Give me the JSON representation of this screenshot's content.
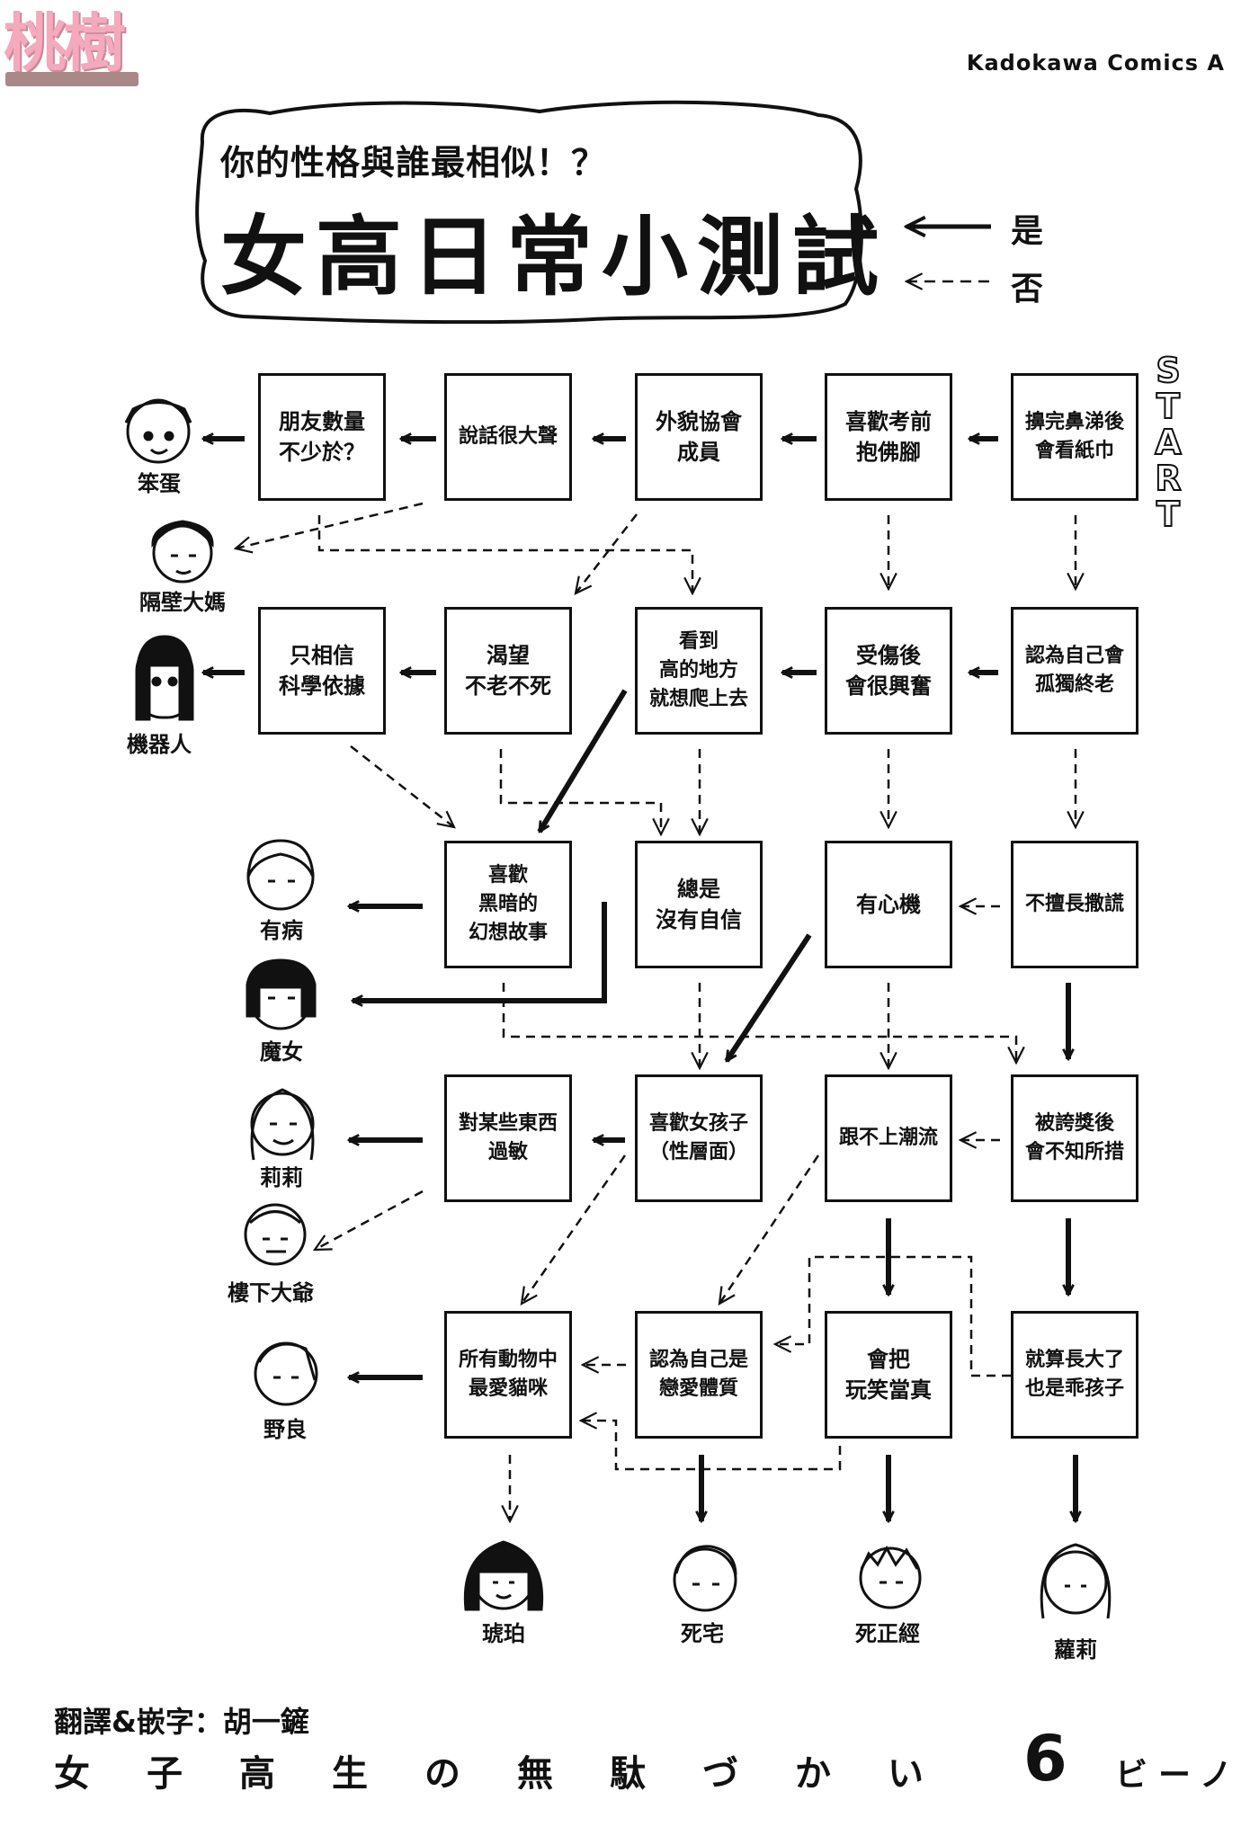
{
  "brand": {
    "logo_text": "桃樹",
    "publisher": "Kadokawa Comics A"
  },
  "title": {
    "subtitle": "你的性格與誰最相似！？",
    "main": "女高日常小測試"
  },
  "legend": {
    "yes": "是",
    "no": "否"
  },
  "start_label": "START",
  "nodes": {
    "r1c1": "朋友數量\n不少於？",
    "r1c2": "說話很大聲",
    "r1c3": "外貌協會\n成員",
    "r1c4": "喜歡考前\n抱佛腳",
    "r1c5": "擤完鼻涕後\n會看紙巾",
    "r2c1": "只相信\n科學依據",
    "r2c2": "渴望\n不老不死",
    "r2c3": "看到\n高的地方\n就想爬上去",
    "r2c4": "受傷後\n會很興奮",
    "r2c5": "認為自己會\n孤獨終老",
    "r3c2": "喜歡\n黑暗的\n幻想故事",
    "r3c3": "總是\n沒有自信",
    "r3c4": "有心機",
    "r3c5": "不擅長撒謊",
    "r4c2": "對某些東西\n過敏",
    "r4c3": "喜歡女孩子\n（性層面）",
    "r4c4": "跟不上潮流",
    "r4c5": "被誇獎後\n會不知所措",
    "r5c2": "所有動物中\n最愛貓咪",
    "r5c3": "認為自己是\n戀愛體質",
    "r5c4": "會把\n玩笑當真",
    "r5c5": "就算長大了\n也是乖孩子"
  },
  "results": {
    "r1": "笨蛋",
    "r2": "隔壁大媽",
    "r3": "機器人",
    "r4": "有病",
    "r5": "魔女",
    "r6": "莉莉",
    "r7": "樓下大爺",
    "r8": "野良",
    "b1": "琥珀",
    "b2": "死宅",
    "b3": "死正經",
    "b4": "蘿莉"
  },
  "footer": {
    "credit": "翻譯&嵌字：胡一鏟",
    "series": "女子高生の無駄づかい",
    "volume": "6",
    "author": "ビーノ"
  }
}
